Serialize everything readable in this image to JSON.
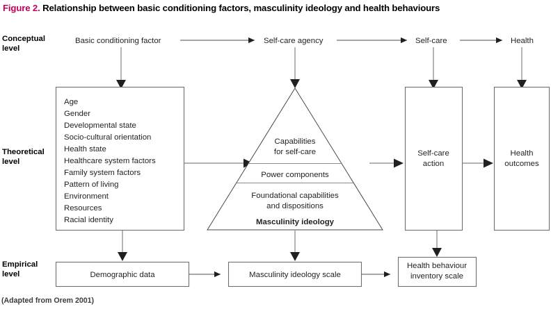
{
  "figure": {
    "number_label": "Figure 2.",
    "title": "Relationship between basic conditioning factors, masculinity ideology and health behaviours",
    "caption": "(Adapted from Orem 2001)",
    "accent_color": "#c4005c",
    "text_color": "#231f20",
    "box_stroke": "#6e6e6e",
    "connector_color": "#a8a8a8"
  },
  "levels": {
    "conceptual": "Conceptual\nlevel",
    "conceptual_line1": "Conceptual",
    "conceptual_line2": "level",
    "theoretical_line1": "Theoretical",
    "theoretical_line2": "level",
    "empirical_line1": "Empirical",
    "empirical_line2": "level"
  },
  "conceptual_row": {
    "nodes": [
      {
        "id": "basic-conditioning-factor",
        "label": "Basic conditioning factor"
      },
      {
        "id": "self-care-agency",
        "label": "Self-care agency"
      },
      {
        "id": "self-care",
        "label": "Self-care"
      },
      {
        "id": "health",
        "label": "Health"
      }
    ]
  },
  "theoretical_row": {
    "factors_box": {
      "id": "basic-conditioning-factors-list",
      "items": [
        "Age",
        "Gender",
        "Developmental state",
        "Socio-cultural orientation",
        "Health state",
        "Healthcare system factors",
        "Family system factors",
        "Pattern of living",
        "Environment",
        "Resources",
        "Racial identity"
      ]
    },
    "triangle": {
      "id": "self-care-agency-triangle",
      "tiers": [
        {
          "id": "capabilities-for-self-care",
          "line1": "Capabilities",
          "line2": "for self-care",
          "bold": false
        },
        {
          "id": "power-components",
          "line1": "Power components",
          "line2": "",
          "bold": false
        },
        {
          "id": "foundational-capabilities",
          "line1": "Foundational capabilities",
          "line2": "and dispositions",
          "bold": false
        },
        {
          "id": "masculinity-ideology",
          "line1": "Masculinity ideology",
          "line2": "",
          "bold": true
        }
      ]
    },
    "self_care_action": {
      "id": "self-care-action",
      "line1": "Self-care",
      "line2": "action"
    },
    "health_outcomes": {
      "id": "health-outcomes",
      "line1": "Health",
      "line2": "outcomes"
    }
  },
  "empirical_row": {
    "boxes": [
      {
        "id": "demographic-data",
        "line1": "Demographic data",
        "line2": ""
      },
      {
        "id": "masculinity-ideology-scale",
        "line1": "Masculinity ideology scale",
        "line2": ""
      },
      {
        "id": "health-behaviour-inventory-scale",
        "line1": "Health behaviour",
        "line2": "inventory scale"
      }
    ]
  }
}
